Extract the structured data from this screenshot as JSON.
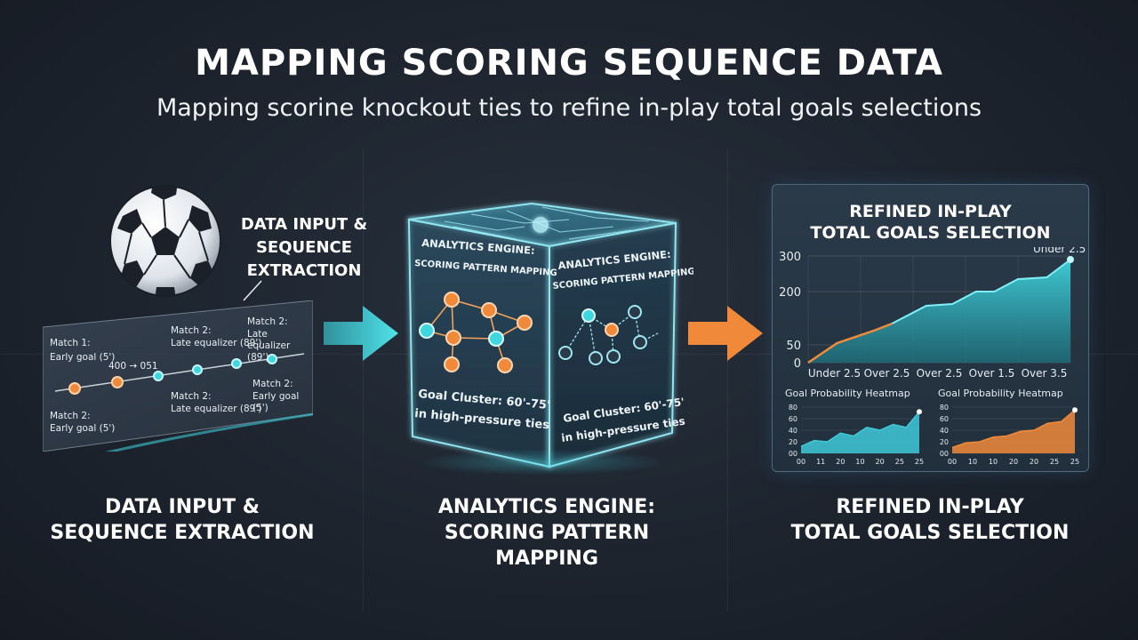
{
  "header": {
    "title": "MAPPING SCORING SEQUENCE DATA",
    "subtitle": "Mapping scorine knockout ties to refine in-play total goals selections"
  },
  "stage_input": {
    "callout": "DATA INPUT &\nSEQUENCE\nEXTRACTION",
    "label": "DATA INPUT &\nSEQUENCE EXTRACTION",
    "timeline": {
      "match1_title": "Match 1:",
      "match1_event": "Early goal (5')",
      "match2a_title": "Match 2:",
      "match2a_event": "Early goal (5')",
      "mid_text": "400  → 051",
      "match2b_title": "Match 2:",
      "match2b_event": "Late equalizer (89')",
      "match2c_title": "Match 2:",
      "match2c_event": "Late equalizer (89')",
      "match2d_title": "Match 2:",
      "match2d_event": "Late equalizer (89')",
      "match2e_title": "Match 2:",
      "match2e_event": "Early goal (5')"
    }
  },
  "stage_engine": {
    "face_left_title1": "ANALYTICS ENGINE:",
    "face_left_title2": "SCORING PATTERN MAPPING",
    "face_right_title1": "ANALYTICS ENGINE:",
    "face_right_title2": "SCORING PATTERN MAPPING",
    "face_left_note1": "Goal Cluster: 60'-75'",
    "face_left_note2": "in high-pressure ties",
    "face_right_note1": "Goal Cluster: 60'-75'",
    "face_right_note2": "in high-pressure ties",
    "label": "ANALYTICS ENGINE:\nSCORING PATTERN\nMAPPING"
  },
  "stage_output": {
    "panel_title": "REFINED IN-PLAY\nTOTAL GOALS SELECTION",
    "label": "REFINED IN-PLAY\nTOTAL GOALS SELECTION"
  },
  "colors": {
    "background": "#1d242e",
    "teal": "#3fd6e0",
    "orange": "#f08a3a",
    "panel": "#22303d"
  },
  "icons": [
    "soccer-ball-icon",
    "arrow-right-icon",
    "network-graph-icon"
  ],
  "chart_data": [
    {
      "type": "area",
      "title": "",
      "categories": [
        "Under 2.5",
        "Over 2.5",
        "Over 2.5",
        "Over 1.5",
        "Over 3.5"
      ],
      "yticks": [
        0,
        50,
        200,
        300
      ],
      "ylim": [
        0,
        300
      ],
      "annotation": "Under 2.5",
      "series": [
        {
          "values_x": [
            0,
            0.55,
            1.25,
            1.6,
            2.25,
            2.75,
            3.2,
            3.55,
            4.0,
            4.55,
            5.0
          ],
          "values_y": [
            0,
            55,
            90,
            110,
            160,
            165,
            200,
            200,
            235,
            240,
            290
          ],
          "highlight_color": "#f08a3a",
          "highlight_until_x": 1.6
        }
      ],
      "grid": true
    },
    {
      "type": "area",
      "title": "Goal Probability Heatmap",
      "xticks": [
        "00",
        "11",
        "20",
        "10",
        "20",
        "25",
        "25"
      ],
      "yticks": [
        "80",
        "60",
        "40",
        "20",
        "00"
      ],
      "series": [
        {
          "values": [
            12,
            22,
            20,
            35,
            30,
            45,
            40,
            50,
            45,
            72
          ],
          "color": "#3fc9d8"
        }
      ]
    },
    {
      "type": "area",
      "title": "Goal Probability Heatmap",
      "xticks": [
        "00",
        "10",
        "10",
        "20",
        "20",
        "25",
        "25"
      ],
      "yticks": [
        "80",
        "60",
        "40",
        "20",
        "00"
      ],
      "series": [
        {
          "values": [
            10,
            18,
            20,
            28,
            30,
            38,
            40,
            52,
            55,
            75
          ],
          "color": "#f08a3a"
        }
      ]
    }
  ]
}
